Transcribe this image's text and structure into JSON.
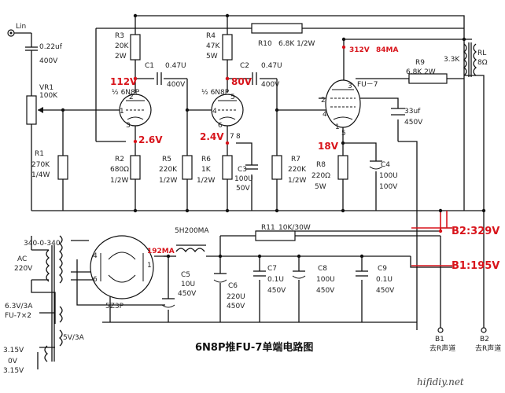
{
  "title": "6N8P推FU-7单端电路图",
  "watermark": "hifidiy.net",
  "input": {
    "label": "Lin",
    "cap": "0.22uf",
    "cap_v": "400V"
  },
  "vr1": {
    "name": "VR1",
    "value": "100K"
  },
  "r1": {
    "name": "R1",
    "value": "270K",
    "power": "1/4W"
  },
  "r2": {
    "name": "R2",
    "value": "680Ω",
    "power": "1/2W"
  },
  "r3": {
    "name": "R3",
    "value": "20K",
    "power": "2W"
  },
  "r4": {
    "name": "R4",
    "value": "47K",
    "power": "5W"
  },
  "r5": {
    "name": "R5",
    "value": "220K",
    "power": "1/2W"
  },
  "r6": {
    "name": "R6",
    "value": "1K",
    "power": "1/2W"
  },
  "r7": {
    "name": "R7",
    "value": "220K",
    "power": "1/2W"
  },
  "r8": {
    "name": "R8",
    "value": "220Ω",
    "power": "5W"
  },
  "r9": {
    "name": "R9",
    "value": "6.8K 2W"
  },
  "r10": {
    "name": "R10",
    "value": "6.8K 1/2W"
  },
  "r11": {
    "name": "R11",
    "value": "10K/30W"
  },
  "c1": {
    "name": "C1",
    "value": "0.47U",
    "volt": "400V"
  },
  "c2": {
    "name": "C2",
    "value": "0.47U",
    "volt": "400V"
  },
  "c3": {
    "name": "C3",
    "value": "100U",
    "volt": "50V"
  },
  "c4": {
    "name": "C4",
    "value": "100U",
    "volt": "100V"
  },
  "c5": {
    "name": "C5",
    "value": "10U",
    "volt": "450V"
  },
  "c6": {
    "name": "C6",
    "value": "220U",
    "volt": "450V"
  },
  "c7": {
    "name": "C7",
    "value": "0.1U",
    "volt": "450V"
  },
  "c8": {
    "name": "C8",
    "value": "100U",
    "volt": "450V"
  },
  "c9": {
    "name": "C9",
    "value": "0.1U",
    "volt": "450V"
  },
  "c_out": {
    "value": "33uf",
    "volt": "450V"
  },
  "tube1": {
    "name": "½ 6N8P",
    "pins": [
      "2",
      "1",
      "3"
    ]
  },
  "tube2": {
    "name": "½ 6N8P",
    "pins": [
      "5",
      "4",
      "6",
      "7",
      "8"
    ]
  },
  "tube3": {
    "name": "FU－7",
    "pins": [
      "3",
      "2",
      "4",
      "1",
      "5"
    ]
  },
  "rect": {
    "name": "5Z3P",
    "pins": [
      "4",
      "1",
      "6"
    ]
  },
  "ot": {
    "name": "RL",
    "impedance": "3.3K",
    "speaker": "8Ω"
  },
  "choke": "5H200MA",
  "transformer": {
    "primary": "AC",
    "primary_v": "220V",
    "secondary_hv": "340-0-340",
    "heater": "6.3V/3A",
    "heater2": "FU-7×2",
    "filament": "5V/3A",
    "bias": [
      "3.15V",
      "0V",
      "3.15V"
    ]
  },
  "voltages": {
    "v1_plate": "112V",
    "v1_cath": "2.6V",
    "v2_plate": "80V",
    "v2_cath": "2.4V",
    "fu7_plate": "312V",
    "fu7_current": "84MA",
    "fu7_cath": "18V",
    "rect_current": "192MA"
  },
  "rails": {
    "b2": "B2:329V",
    "b1": "B1:195V"
  },
  "terminals": {
    "b1": "B1",
    "b1_note": "去R声道",
    "b2": "B2",
    "b2_note": "去R声道"
  }
}
